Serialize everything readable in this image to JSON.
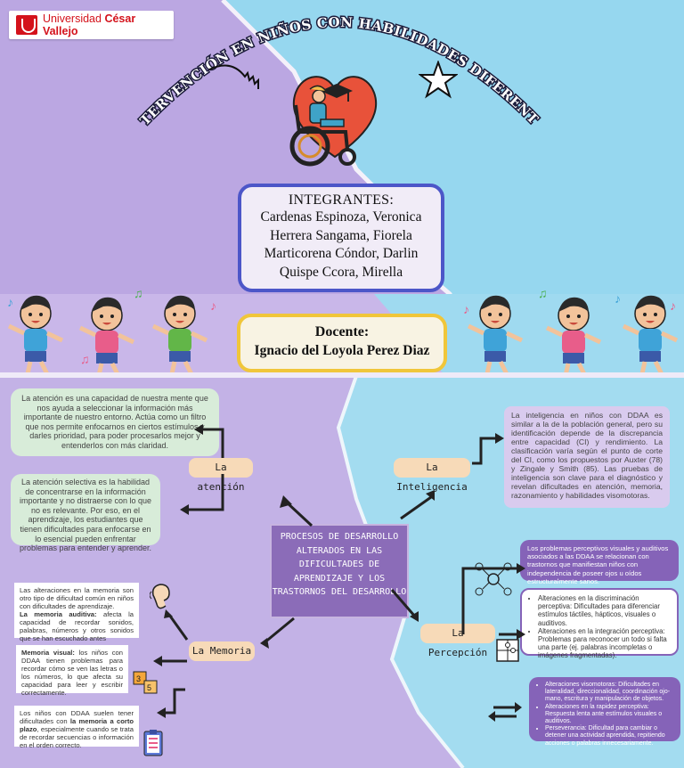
{
  "logo": {
    "prefix": "Universidad ",
    "bold": "César Vallejo"
  },
  "title": "INTERVENCIÓN EN NIÑOS CON HABILIDADES DIFERENTES",
  "integrantes": {
    "heading": "INTEGRANTES:",
    "members": [
      "Cardenas Espinoza, Veronica",
      "Herrera Sangama, Fiorela",
      "Marticorena Cóndor, Darlin",
      "Quispe Ccora, Mirella"
    ]
  },
  "docente": {
    "heading": "Docente:",
    "name": "Ignacio del Loyola Perez Diaz"
  },
  "center": "PROCESOS DE DESARROLLO ALTERADOS EN LAS DIFICULTADES DE APRENDIZAJE Y LOS TRASTORNOS DEL DESARROLLO",
  "labels": {
    "atencion": "La atención",
    "inteligencia": "La Inteligencia",
    "memoria": "La Memoria",
    "percepcion": "La Percepción"
  },
  "atencion": {
    "text1": "La atención es una capacidad de nuestra mente que nos ayuda a seleccionar la información más importante de nuestro entorno. Actúa como un filtro que nos permite enfocarnos en ciertos estímulos y darles prioridad, para poder procesarlos mejor y entenderlos con más claridad.",
    "text2": "La atención selectiva es la habilidad de concentrarse en la información importante y no distraerse con lo que no es relevante. Por eso, en el aprendizaje, los estudiantes que tienen dificultades para enfocarse en lo esencial pueden enfrentar problemas para entender y aprender."
  },
  "inteligencia": {
    "text": "La inteligencia en niños con DDAA es similar a la de la población general, pero su identificación depende de la discrepancia entre capacidad (CI) y rendimiento. La clasificación varía según el punto de corte del CI, como los propuestos por Auxter (78) y Zingale y Smith (85). Las pruebas de inteligencia son clave para el diagnóstico y revelan dificultades en atención, memoria, razonamiento y habilidades visomotoras."
  },
  "memoria": {
    "p1_a": "Las alteraciones en la memoria son otro tipo de dificultad común en niños con dificultades de aprendizaje.",
    "p1_b_label": "La memoria auditiva:",
    "p1_b": " afecta la capacidad de recordar sonidos, palabras, números y otros sonidos que se han escuchado antes",
    "p2_label": "Memoria visual:",
    "p2": " los niños con DDAA tienen problemas para recordar cómo se ven las letras o los números, lo que afecta su capacidad para leer y escribir correctamente.",
    "p3_a": "Los niños con DDAA suelen tener dificultades con ",
    "p3_b": "la memoria a corto plazo",
    "p3_c": ", especialmente cuando se trata de recordar secuencias o información en el orden correcto."
  },
  "percepcion": {
    "intro": "Los problemas perceptivos visuales y auditivos asociados a las DDAA se relacionan con trastornos que manifiestan niños con independencia de poseer ojos u oídos estructuralmente sanos.",
    "list1": [
      "Alteraciones en la discriminación perceptiva: Dificultades para diferenciar estímulos táctiles, hápticos, visuales o auditivos.",
      "Alteraciones en la integración perceptiva: Problemas para reconocer un todo si falta una parte (ej. palabras incompletas o imágenes fragmentadas)."
    ],
    "list2": [
      "Alteraciones visomotoras: Dificultades en lateralidad, direccionalidad, coordinación ojo-mano, escritura y manipulación de objetos.",
      "Alteraciones en la rapidez perceptiva: Respuesta lenta ante estímulos visuales o auditivos.",
      "Perseverancia: Dificultad para cambiar o detener una actividad aprendida, repitiendo acciones o palabras innecesariamente."
    ]
  },
  "colors": {
    "purple_bg": "#b9a6e0",
    "blue_bg": "#8ed4ec",
    "accent_blue": "#4c56c8",
    "accent_yellow": "#f0c63a",
    "center_purple": "#8b6cb8"
  }
}
